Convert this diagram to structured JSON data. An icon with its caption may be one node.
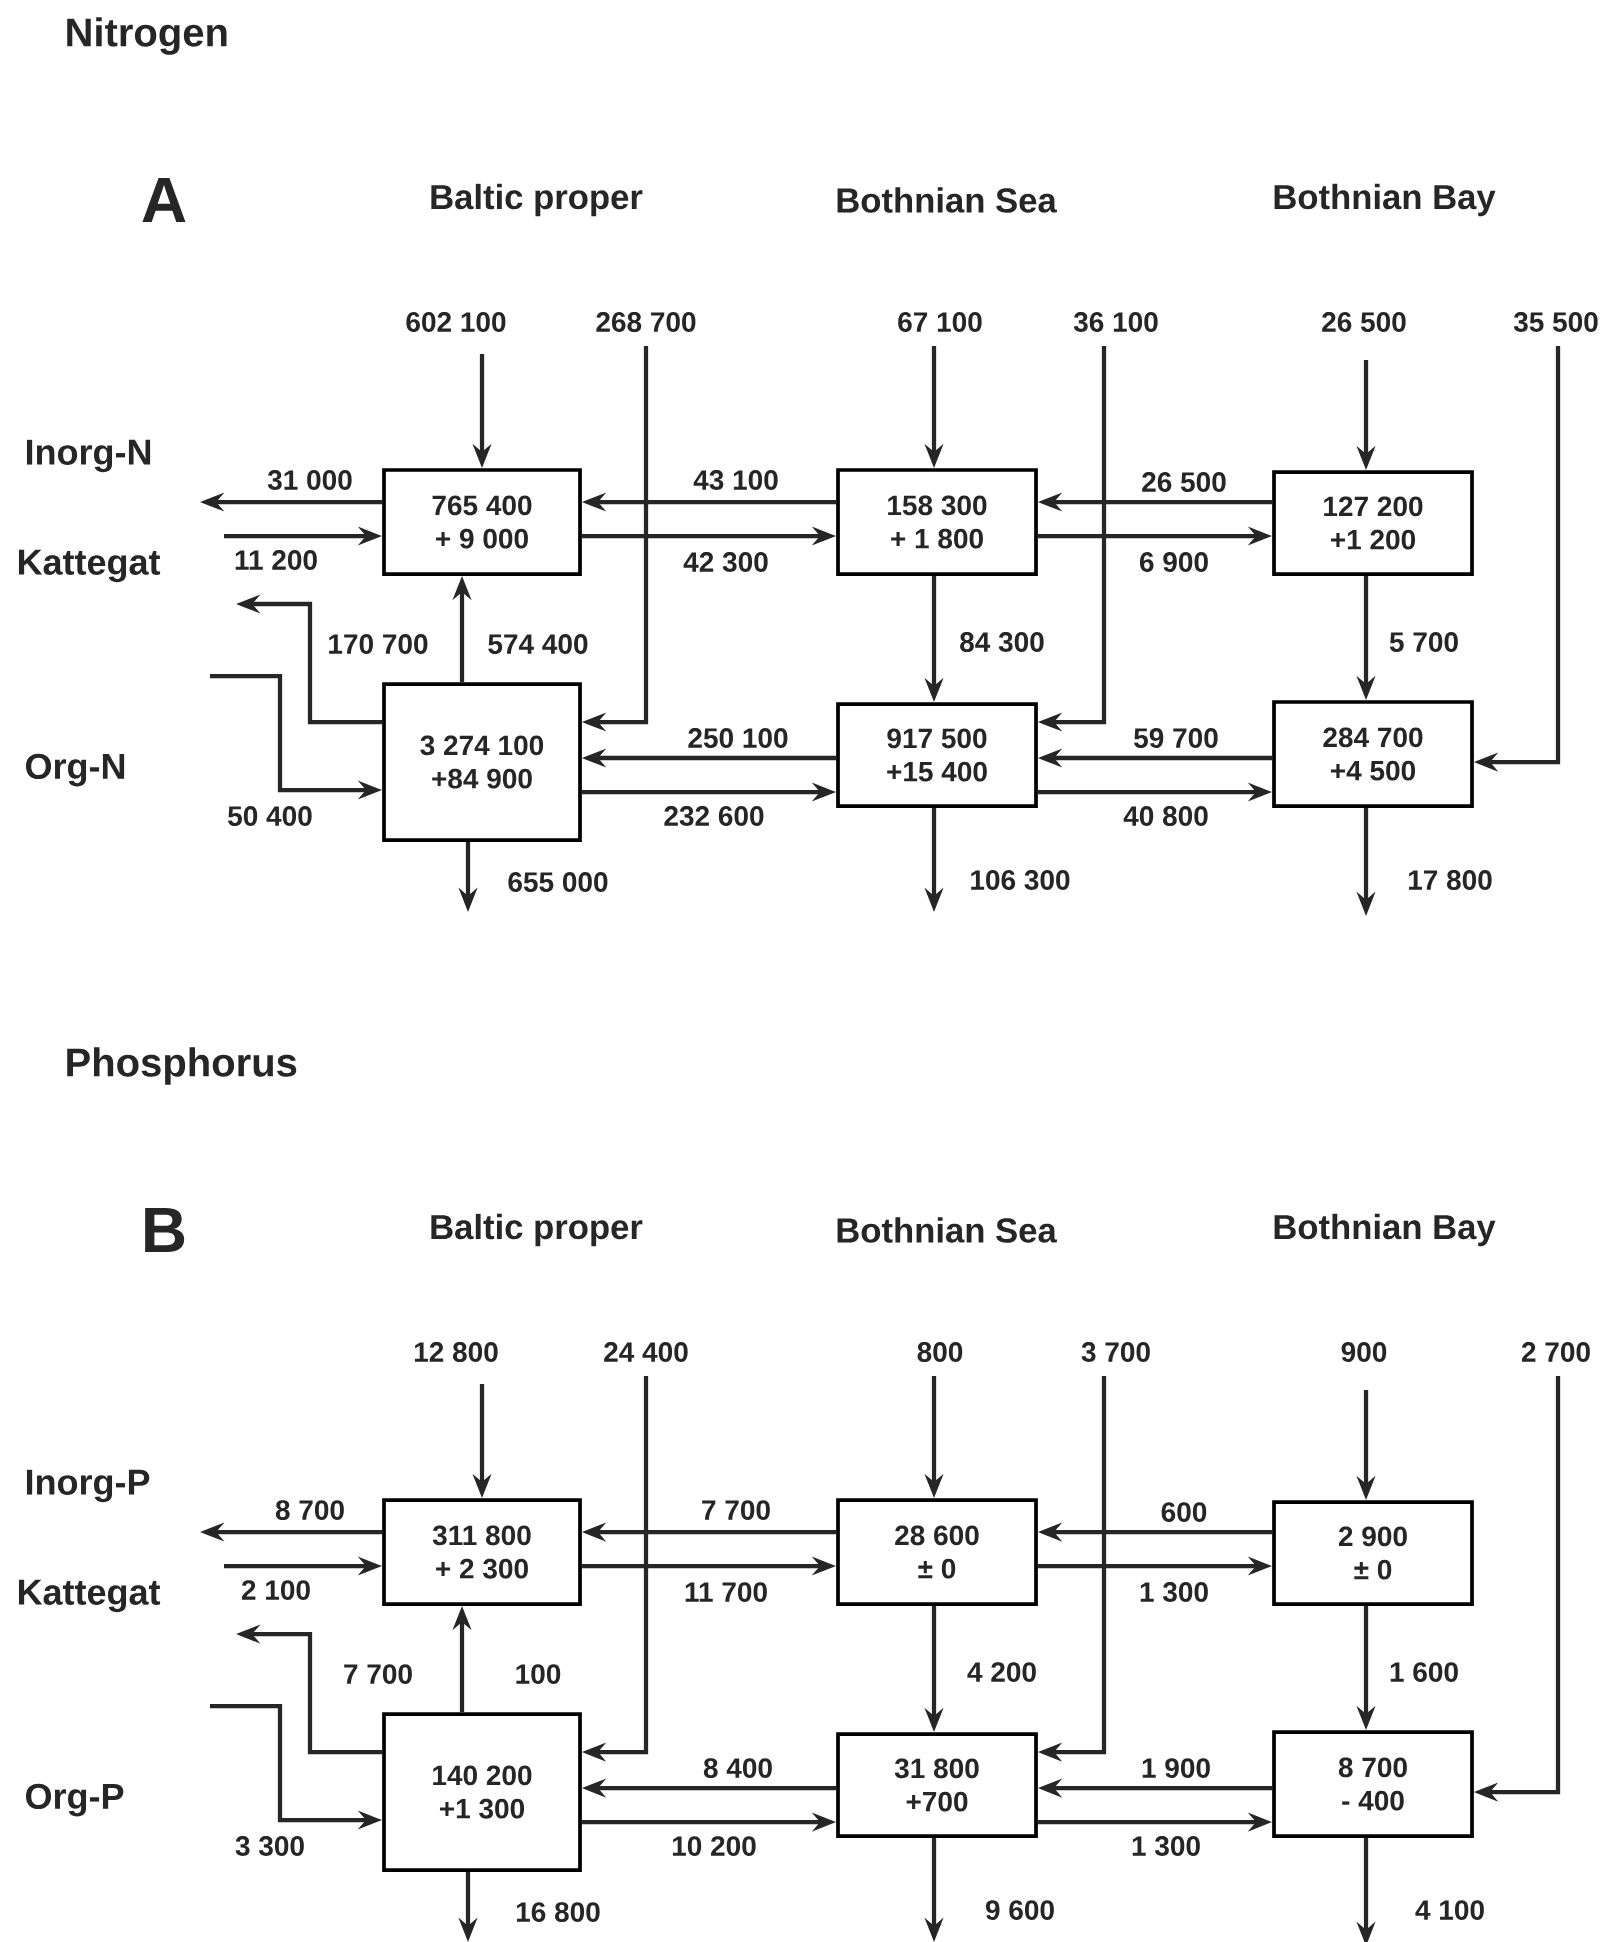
{
  "diagram": {
    "nodes": [
      {
        "text": [
          "765 400",
          "+ 9 000"
        ]
      },
      {
        "text": [
          "158 300",
          "+ 1 800"
        ]
      },
      {
        "text": [
          "127 200",
          "+1 200"
        ]
      },
      {
        "text": [
          "3 274 100",
          "+84 900"
        ]
      },
      {
        "text": [
          "917 500",
          "+15 400"
        ]
      },
      {
        "text": [
          "284 700",
          "+4 500"
        ]
      },
      {
        "text": [
          "311 800",
          "+ 2 300"
        ]
      },
      {
        "text": [
          "28 600",
          "± 0"
        ]
      },
      {
        "text": [
          "2 900",
          "± 0"
        ]
      },
      {
        "text": [
          "140 200",
          "+1 300"
        ]
      },
      {
        "text": [
          "31 800",
          "+700"
        ]
      },
      {
        "text": [
          "8 700",
          "- 400"
        ]
      }
    ],
    "edges": [
      {
        "from": null,
        "to": 0,
        "arrow": "to",
        "label": "602 100"
      },
      {
        "from": null,
        "to": 3,
        "arrow": "to",
        "label": "268 700"
      },
      {
        "from": 0,
        "to": null,
        "arrow": "to",
        "label": "31 000"
      },
      {
        "from": null,
        "to": 0,
        "arrow": "to",
        "label": "11 200"
      },
      {
        "from": 3,
        "to": null,
        "arrow": "to",
        "label": "170 700"
      },
      {
        "from": 3,
        "to": 0,
        "arrow": "to",
        "label": "574 400"
      },
      {
        "from": null,
        "to": 3,
        "arrow": "to",
        "label": "50 400"
      },
      {
        "from": 3,
        "to": null,
        "arrow": "to",
        "label": "655 000"
      },
      {
        "from": 1,
        "to": 0,
        "arrow": "to",
        "label": "43 100"
      },
      {
        "from": 0,
        "to": 1,
        "arrow": "to",
        "label": "42 300"
      },
      {
        "from": 4,
        "to": 3,
        "arrow": "to",
        "label": "250 100"
      },
      {
        "from": 3,
        "to": 4,
        "arrow": "to",
        "label": "232 600"
      },
      {
        "from": null,
        "to": 1,
        "arrow": "to",
        "label": "67 100"
      },
      {
        "from": null,
        "to": 4,
        "arrow": "to",
        "label": "36 100"
      },
      {
        "from": 1,
        "to": 4,
        "arrow": "to",
        "label": "84 300"
      },
      {
        "from": 4,
        "to": null,
        "arrow": "to",
        "label": "106 300"
      },
      {
        "from": 2,
        "to": 1,
        "arrow": "to",
        "label": "26 500"
      },
      {
        "from": 1,
        "to": 2,
        "arrow": "to",
        "label": "6 900"
      },
      {
        "from": 5,
        "to": 4,
        "arrow": "to",
        "label": "59 700"
      },
      {
        "from": 4,
        "to": 5,
        "arrow": "to",
        "label": "40 800"
      },
      {
        "from": null,
        "to": 2,
        "arrow": "to",
        "label": "26 500"
      },
      {
        "from": 2,
        "to": 5,
        "arrow": "to",
        "label": "5 700"
      },
      {
        "from": null,
        "to": 5,
        "arrow": "to",
        "label": "35 500"
      },
      {
        "from": 5,
        "to": null,
        "arrow": "to",
        "label": "17 800"
      },
      {
        "from": null,
        "to": 6,
        "arrow": "to",
        "label": "12 800"
      },
      {
        "from": null,
        "to": 9,
        "arrow": "to",
        "label": "24 400"
      },
      {
        "from": 6,
        "to": null,
        "arrow": "to",
        "label": "8 700"
      },
      {
        "from": null,
        "to": 6,
        "arrow": "to",
        "label": "2 100"
      },
      {
        "from": 9,
        "to": null,
        "arrow": "to",
        "label": "7 700"
      },
      {
        "from": 9,
        "to": 6,
        "arrow": "to",
        "label": "100"
      },
      {
        "from": null,
        "to": 9,
        "arrow": "to",
        "label": "3 300"
      },
      {
        "from": 9,
        "to": null,
        "arrow": "to",
        "label": "16 800"
      },
      {
        "from": 7,
        "to": 6,
        "arrow": "to",
        "label": "7 700"
      },
      {
        "from": 6,
        "to": 7,
        "arrow": "to",
        "label": "11 700"
      },
      {
        "from": 10,
        "to": 9,
        "arrow": "to",
        "label": "8 400"
      },
      {
        "from": 9,
        "to": 10,
        "arrow": "to",
        "label": "10 200"
      },
      {
        "from": null,
        "to": 7,
        "arrow": "to",
        "label": "800"
      },
      {
        "from": null,
        "to": 10,
        "arrow": "to",
        "label": "3 700"
      },
      {
        "from": 7,
        "to": 10,
        "arrow": "to",
        "label": "4 200"
      },
      {
        "from": 10,
        "to": null,
        "arrow": "to",
        "label": "9 600"
      },
      {
        "from": 8,
        "to": 7,
        "arrow": "to",
        "label": "600"
      },
      {
        "from": 7,
        "to": 8,
        "arrow": "to",
        "label": "1 300"
      },
      {
        "from": 11,
        "to": 10,
        "arrow": "to",
        "label": "1 900"
      },
      {
        "from": 10,
        "to": 11,
        "arrow": "to",
        "label": "1 300"
      },
      {
        "from": null,
        "to": 8,
        "arrow": "to",
        "label": "900"
      },
      {
        "from": 8,
        "to": 11,
        "arrow": "to",
        "label": "1 600"
      },
      {
        "from": null,
        "to": 11,
        "arrow": "to",
        "label": "2 700"
      },
      {
        "from": 11,
        "to": null,
        "arrow": "to",
        "label": "4 100"
      }
    ],
    "labels": [
      "Nitrogen",
      "A",
      "Baltic proper",
      "Bothnian Sea",
      "Bothnian Bay",
      "Inorg-N",
      "Kattegat",
      "Org-N",
      "Phosphorus",
      "B",
      "Baltic proper",
      "Bothnian Sea",
      "Bothnian Bay",
      "Inorg-P",
      "Kattegat",
      "Org-P"
    ]
  }
}
